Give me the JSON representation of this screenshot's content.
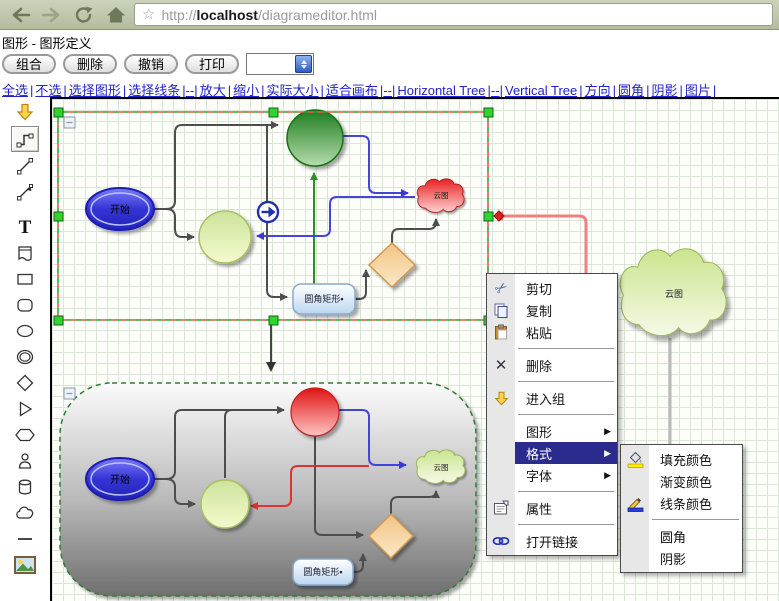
{
  "browser": {
    "star_icon": "☆",
    "url_scheme": "http://",
    "url_host": "localhost",
    "url_path": "/diagrameditor.html"
  },
  "page": {
    "title": "图形 - 图形定义"
  },
  "toolbar": {
    "group_label": "组合",
    "delete_label": "删除",
    "undo_label": "撤销",
    "print_label": "打印",
    "select_value": ""
  },
  "linkbar": {
    "pipe": "|",
    "items": [
      "全选",
      "不选",
      "选择图形",
      "选择线条",
      "--",
      "放大",
      "缩小",
      "实际大小",
      "适合画布",
      "--",
      "Horizontal Tree",
      "--",
      "Vertical Tree",
      "方向",
      "圆角",
      "阴影",
      "图片"
    ]
  },
  "palette": {
    "selected_tool": "connector",
    "text_tool_glyph": "T",
    "tools": [
      "enter-group-arrow",
      "connector",
      "line",
      "arrow-line",
      "text",
      "note",
      "rectangle",
      "rounded-rectangle",
      "ellipse",
      "double-ellipse",
      "diamond",
      "triangle",
      "hexagon",
      "actor",
      "cylinder",
      "cloud",
      "dash",
      "image"
    ]
  },
  "shapes": {
    "start_label": "开始",
    "cloud_label": "云图",
    "rounded_rect_label": "圆角矩形▪"
  },
  "context_menu": {
    "arrow": "▶",
    "scissors_glyph": "✂",
    "x_glyph": "✕",
    "cut": "剪切",
    "copy": "复制",
    "paste": "粘贴",
    "delete": "删除",
    "enter_group": "进入组",
    "shape": "图形",
    "format": "格式",
    "font": "字体",
    "properties": "属性",
    "open_link": "打开链接"
  },
  "submenu": {
    "fill_color": "填充颜色",
    "gradient_color": "渐变颜色",
    "line_color": "线条颜色",
    "rounded": "圆角",
    "shadow": "阴影"
  },
  "colors": {
    "link_blue": "#2222cc",
    "menu_highlight": "#2b2b8d",
    "selection_red": "#ff5050",
    "selection_green": "#2eaa2e",
    "handle_green": "#2ed52e",
    "chrome_bg": "#bcc4ab"
  }
}
